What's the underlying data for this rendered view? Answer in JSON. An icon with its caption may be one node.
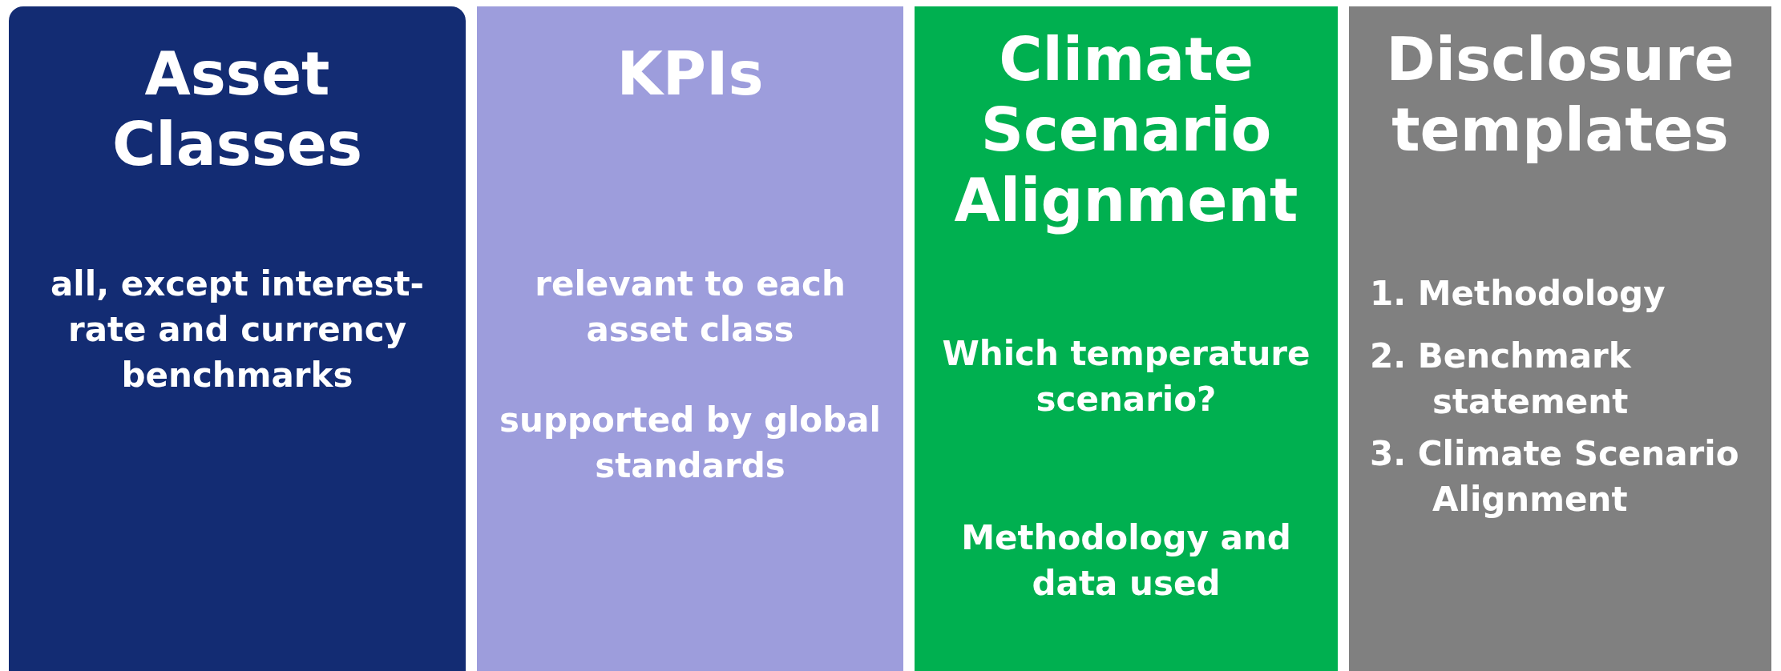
{
  "diagram": {
    "nodes": [
      {
        "text": [
          "Asset Classes",
          "all, except interest-rate and currency benchmarks"
        ]
      },
      {
        "text": [
          "KPIs",
          "relevant to each asset class",
          "supported by global standards"
        ]
      },
      {
        "text": [
          "Climate Scenario Alignment",
          "Which temperature scenario?",
          "Methodology and data used"
        ]
      },
      {
        "text": [
          "Disclosure templates",
          "1. Methodology",
          "2. Benchmark statement",
          "3. Climate Scenario Alignment"
        ]
      }
    ]
  }
}
